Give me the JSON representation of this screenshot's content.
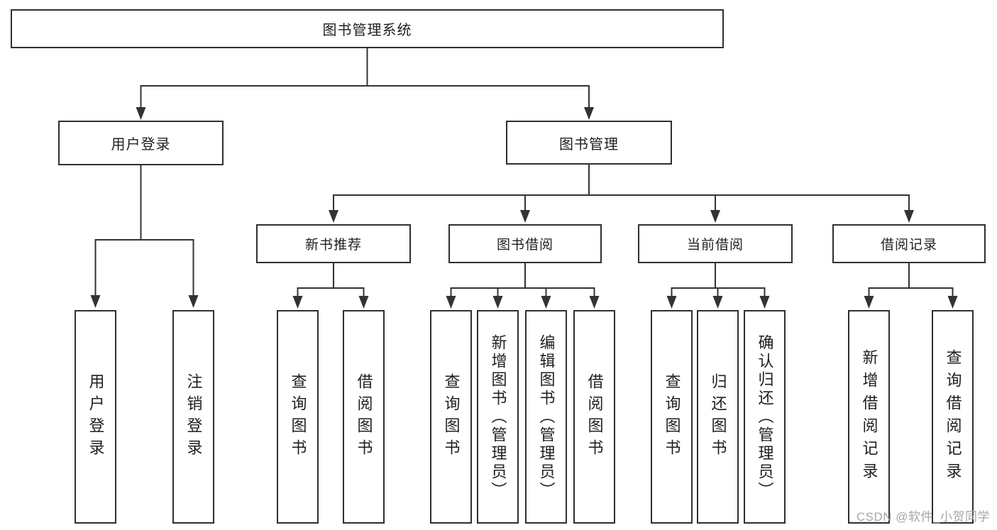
{
  "diagram": {
    "root": {
      "label": "图书管理系统"
    },
    "level2": [
      {
        "label": "用户登录"
      },
      {
        "label": "图书管理"
      }
    ],
    "level3": [
      {
        "label": "新书推荐",
        "parent": "图书管理"
      },
      {
        "label": "图书借阅",
        "parent": "图书管理"
      },
      {
        "label": "当前借阅",
        "parent": "图书管理"
      },
      {
        "label": "借阅记录",
        "parent": "图书管理"
      }
    ],
    "leaves": [
      {
        "label": "用户登录",
        "parent": "用户登录"
      },
      {
        "label": "注销登录",
        "parent": "用户登录"
      },
      {
        "label": "查询图书",
        "parent": "新书推荐"
      },
      {
        "label": "借阅图书",
        "parent": "新书推荐"
      },
      {
        "label": "查询图书",
        "parent": "图书借阅"
      },
      {
        "label": "新增图书（管理员）",
        "parent": "图书借阅"
      },
      {
        "label": "编辑图书（管理员）",
        "parent": "图书借阅"
      },
      {
        "label": "借阅图书",
        "parent": "图书借阅"
      },
      {
        "label": "查询图书",
        "parent": "当前借阅"
      },
      {
        "label": "归还图书",
        "parent": "当前借阅"
      },
      {
        "label": "确认归还（管理员）",
        "parent": "当前借阅"
      },
      {
        "label": "新增借阅记录",
        "parent": "借阅记录"
      },
      {
        "label": "查询借阅记录",
        "parent": "借阅记录"
      }
    ]
  },
  "watermark": {
    "text": "CSDN @软件_小贺同学"
  },
  "colors": {
    "line": "#333333",
    "box_border": "#2f2f2f",
    "text": "#1f1f1f",
    "watermark": "#a6a6a6",
    "background": "#ffffff"
  }
}
